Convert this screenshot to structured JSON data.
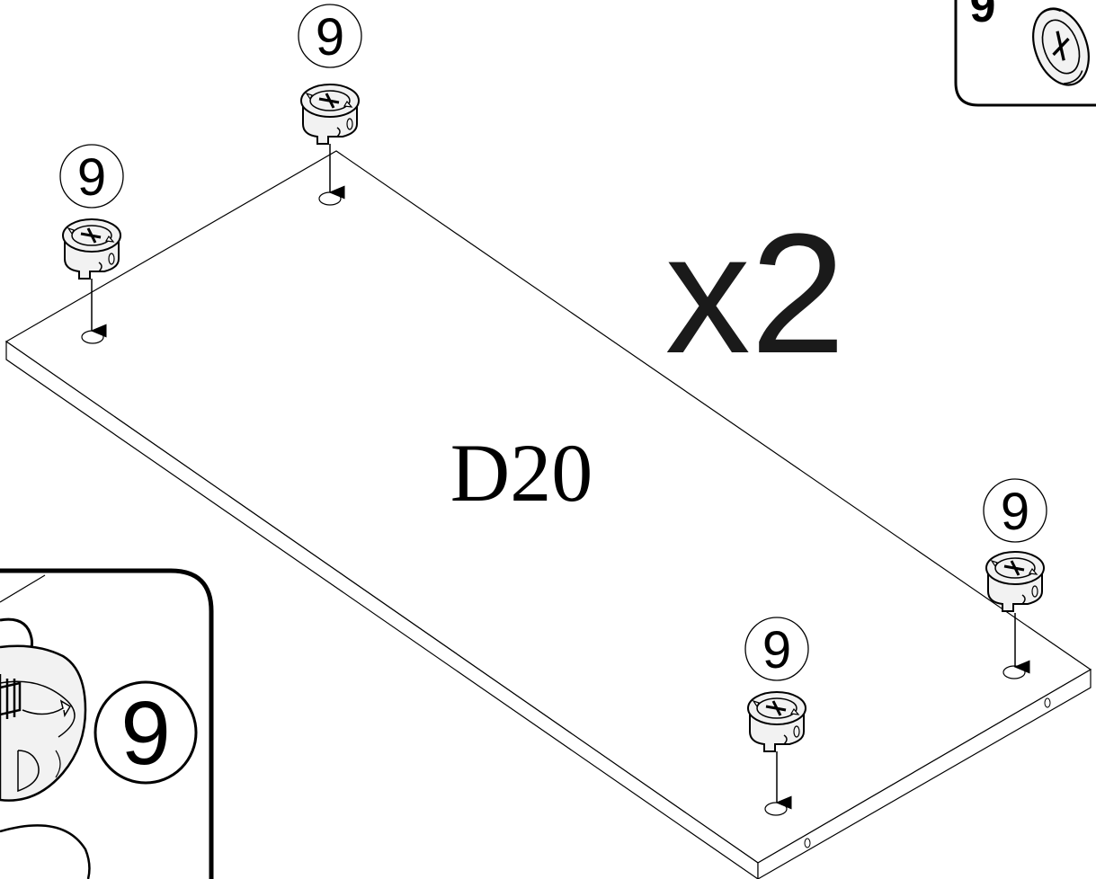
{
  "panel_label": "D20",
  "quantity_label": "x2",
  "part_number": "9",
  "callouts": [
    {
      "part": "9"
    },
    {
      "part": "9"
    },
    {
      "part": "9"
    },
    {
      "part": "9"
    }
  ],
  "detail_insets": [
    {
      "part": "9"
    },
    {
      "part": "9"
    }
  ],
  "colors": {
    "line": "#000000",
    "background": "#ffffff",
    "fitting_fill": "#f2f2f2"
  }
}
